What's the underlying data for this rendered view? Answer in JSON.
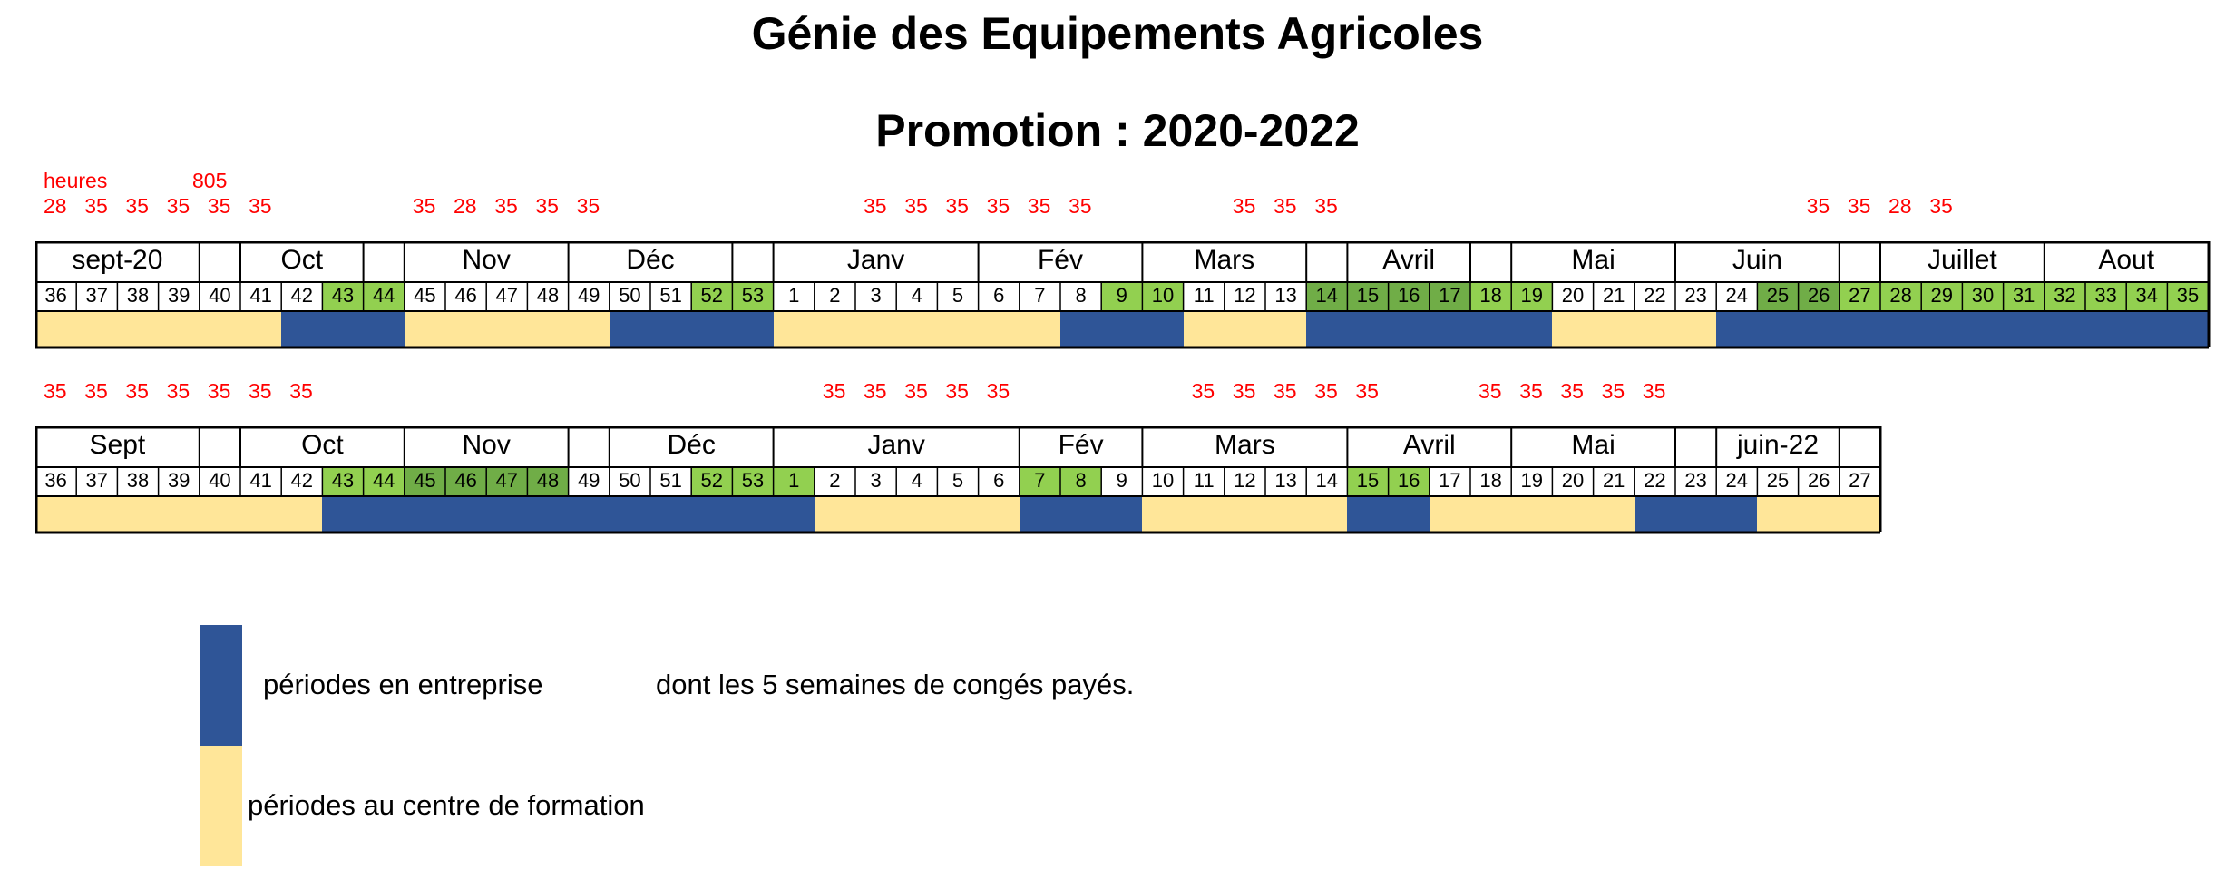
{
  "title": "Génie des Equipements Agricoles",
  "subtitle": "Promotion : 2020-2022",
  "hours": {
    "label": "heures",
    "total": "805"
  },
  "colors": {
    "entreprise": "#2f5597",
    "formation": "#ffe699",
    "green_light": "#92d050",
    "green_dark": "#70ad47",
    "hours_text": "#ff0000"
  },
  "year1": {
    "hours": [
      "28",
      "35",
      "35",
      "35",
      "35",
      "35",
      "",
      "",
      "",
      "35",
      "28",
      "35",
      "35",
      "35",
      "",
      "",
      "",
      "",
      "",
      "",
      "35",
      "35",
      "35",
      "35",
      "35",
      "35",
      "",
      "",
      "",
      "35",
      "35",
      "35",
      "",
      "",
      "",
      "",
      "",
      "",
      "",
      "",
      "",
      "",
      "",
      "35",
      "35",
      "28",
      "35",
      "",
      "",
      "",
      "",
      "",
      "",
      "",
      "",
      "",
      "",
      ""
    ],
    "months": [
      {
        "label": "sept-20",
        "span": 4
      },
      {
        "label": "",
        "span": 1
      },
      {
        "label": "Oct",
        "span": 3
      },
      {
        "label": "",
        "span": 1
      },
      {
        "label": "Nov",
        "span": 4
      },
      {
        "label": "Déc",
        "span": 4
      },
      {
        "label": "",
        "span": 1
      },
      {
        "label": "Janv",
        "span": 5
      },
      {
        "label": "Fév",
        "span": 4
      },
      {
        "label": "Mars",
        "span": 4
      },
      {
        "label": "",
        "span": 1
      },
      {
        "label": "Avril",
        "span": 3
      },
      {
        "label": "",
        "span": 1
      },
      {
        "label": "Mai",
        "span": 4
      },
      {
        "label": "Juin",
        "span": 4
      },
      {
        "label": "",
        "span": 1
      },
      {
        "label": "Juillet",
        "span": 4
      },
      {
        "label": "Aout",
        "span": 4
      }
    ],
    "weeks": [
      "36",
      "37",
      "38",
      "39",
      "40",
      "41",
      "42",
      "43",
      "44",
      "45",
      "46",
      "47",
      "48",
      "49",
      "50",
      "51",
      "52",
      "53",
      "1",
      "2",
      "3",
      "4",
      "5",
      "6",
      "7",
      "8",
      "9",
      "10",
      "11",
      "12",
      "13",
      "14",
      "15",
      "16",
      "17",
      "18",
      "19",
      "20",
      "21",
      "22",
      "23",
      "24",
      "25",
      "26",
      "27",
      "28",
      "29",
      "30",
      "31",
      "32",
      "33",
      "34",
      "35"
    ],
    "shade": [
      "",
      "",
      "",
      "",
      "",
      "",
      "",
      "g",
      "g",
      "",
      "",
      "",
      "",
      "",
      "",
      "",
      "g",
      "g",
      "",
      "",
      "",
      "",
      "",
      "",
      "",
      "",
      "g",
      "g",
      "",
      "",
      "",
      "d",
      "d",
      "d",
      "d",
      "g",
      "g",
      "",
      "",
      "",
      "",
      "",
      "d",
      "d",
      "g",
      "g",
      "g",
      "g",
      "g",
      "g",
      "g",
      "g",
      "g"
    ],
    "periods": [
      {
        "type": "formation",
        "weeks": 6
      },
      {
        "type": "entreprise",
        "weeks": 3
      },
      {
        "type": "formation",
        "weeks": 5
      },
      {
        "type": "entreprise",
        "weeks": 4
      },
      {
        "type": "formation",
        "weeks": 7
      },
      {
        "type": "entreprise",
        "weeks": 3
      },
      {
        "type": "formation",
        "weeks": 3
      },
      {
        "type": "entreprise",
        "weeks": 6
      },
      {
        "type": "formation",
        "weeks": 4
      },
      {
        "type": "entreprise",
        "weeks": 12
      }
    ]
  },
  "year2": {
    "hours": [
      "35",
      "35",
      "35",
      "35",
      "35",
      "35",
      "35",
      "",
      "",
      "",
      "",
      "",
      "",
      "",
      "",
      "",
      "",
      "",
      "",
      "35",
      "35",
      "35",
      "35",
      "35",
      "",
      "",
      "",
      "",
      "35",
      "35",
      "35",
      "35",
      "35",
      "",
      "",
      "35",
      "35",
      "35",
      "35",
      "35",
      "",
      "",
      "",
      "",
      "",
      ""
    ],
    "months": [
      {
        "label": "Sept",
        "span": 4
      },
      {
        "label": "",
        "span": 1
      },
      {
        "label": "Oct",
        "span": 4
      },
      {
        "label": "Nov",
        "span": 4
      },
      {
        "label": "",
        "span": 1
      },
      {
        "label": "Déc",
        "span": 4
      },
      {
        "label": "Janv",
        "span": 6
      },
      {
        "label": "Fév",
        "span": 3
      },
      {
        "label": "Mars",
        "span": 5
      },
      {
        "label": "Avril",
        "span": 4
      },
      {
        "label": "Mai",
        "span": 4
      },
      {
        "label": "",
        "span": 1
      },
      {
        "label": "juin-22",
        "span": 3
      },
      {
        "label": "",
        "span": 1
      }
    ],
    "weeks": [
      "36",
      "37",
      "38",
      "39",
      "40",
      "41",
      "42",
      "43",
      "44",
      "45",
      "46",
      "47",
      "48",
      "49",
      "50",
      "51",
      "52",
      "53",
      "1",
      "2",
      "3",
      "4",
      "5",
      "6",
      "7",
      "8",
      "9",
      "10",
      "11",
      "12",
      "13",
      "14",
      "15",
      "16",
      "17",
      "18",
      "19",
      "20",
      "21",
      "22",
      "23",
      "24",
      "25",
      "26",
      "27"
    ],
    "shade": [
      "",
      "",
      "",
      "",
      "",
      "",
      "",
      "g",
      "g",
      "d",
      "d",
      "d",
      "d",
      "",
      "",
      "",
      "g",
      "g",
      "g",
      "",
      "",
      "",
      "",
      "",
      "g",
      "g",
      "",
      "",
      "",
      "",
      "",
      "",
      "g",
      "g",
      "",
      "",
      "",
      "",
      "",
      "",
      "",
      "",
      "",
      "",
      ""
    ],
    "periods": [
      {
        "type": "formation",
        "weeks": 7
      },
      {
        "type": "entreprise",
        "weeks": 12
      },
      {
        "type": "formation",
        "weeks": 5
      },
      {
        "type": "entreprise",
        "weeks": 3
      },
      {
        "type": "formation",
        "weeks": 5
      },
      {
        "type": "entreprise",
        "weeks": 2
      },
      {
        "type": "formation",
        "weeks": 5
      },
      {
        "type": "entreprise",
        "weeks": 3
      },
      {
        "type": "formation",
        "weeks": 3
      }
    ]
  },
  "legend": {
    "entreprise": "périodes en entreprise",
    "entreprise_note": "dont les 5 semaines de congés payés.",
    "formation": "périodes au centre de formation"
  }
}
